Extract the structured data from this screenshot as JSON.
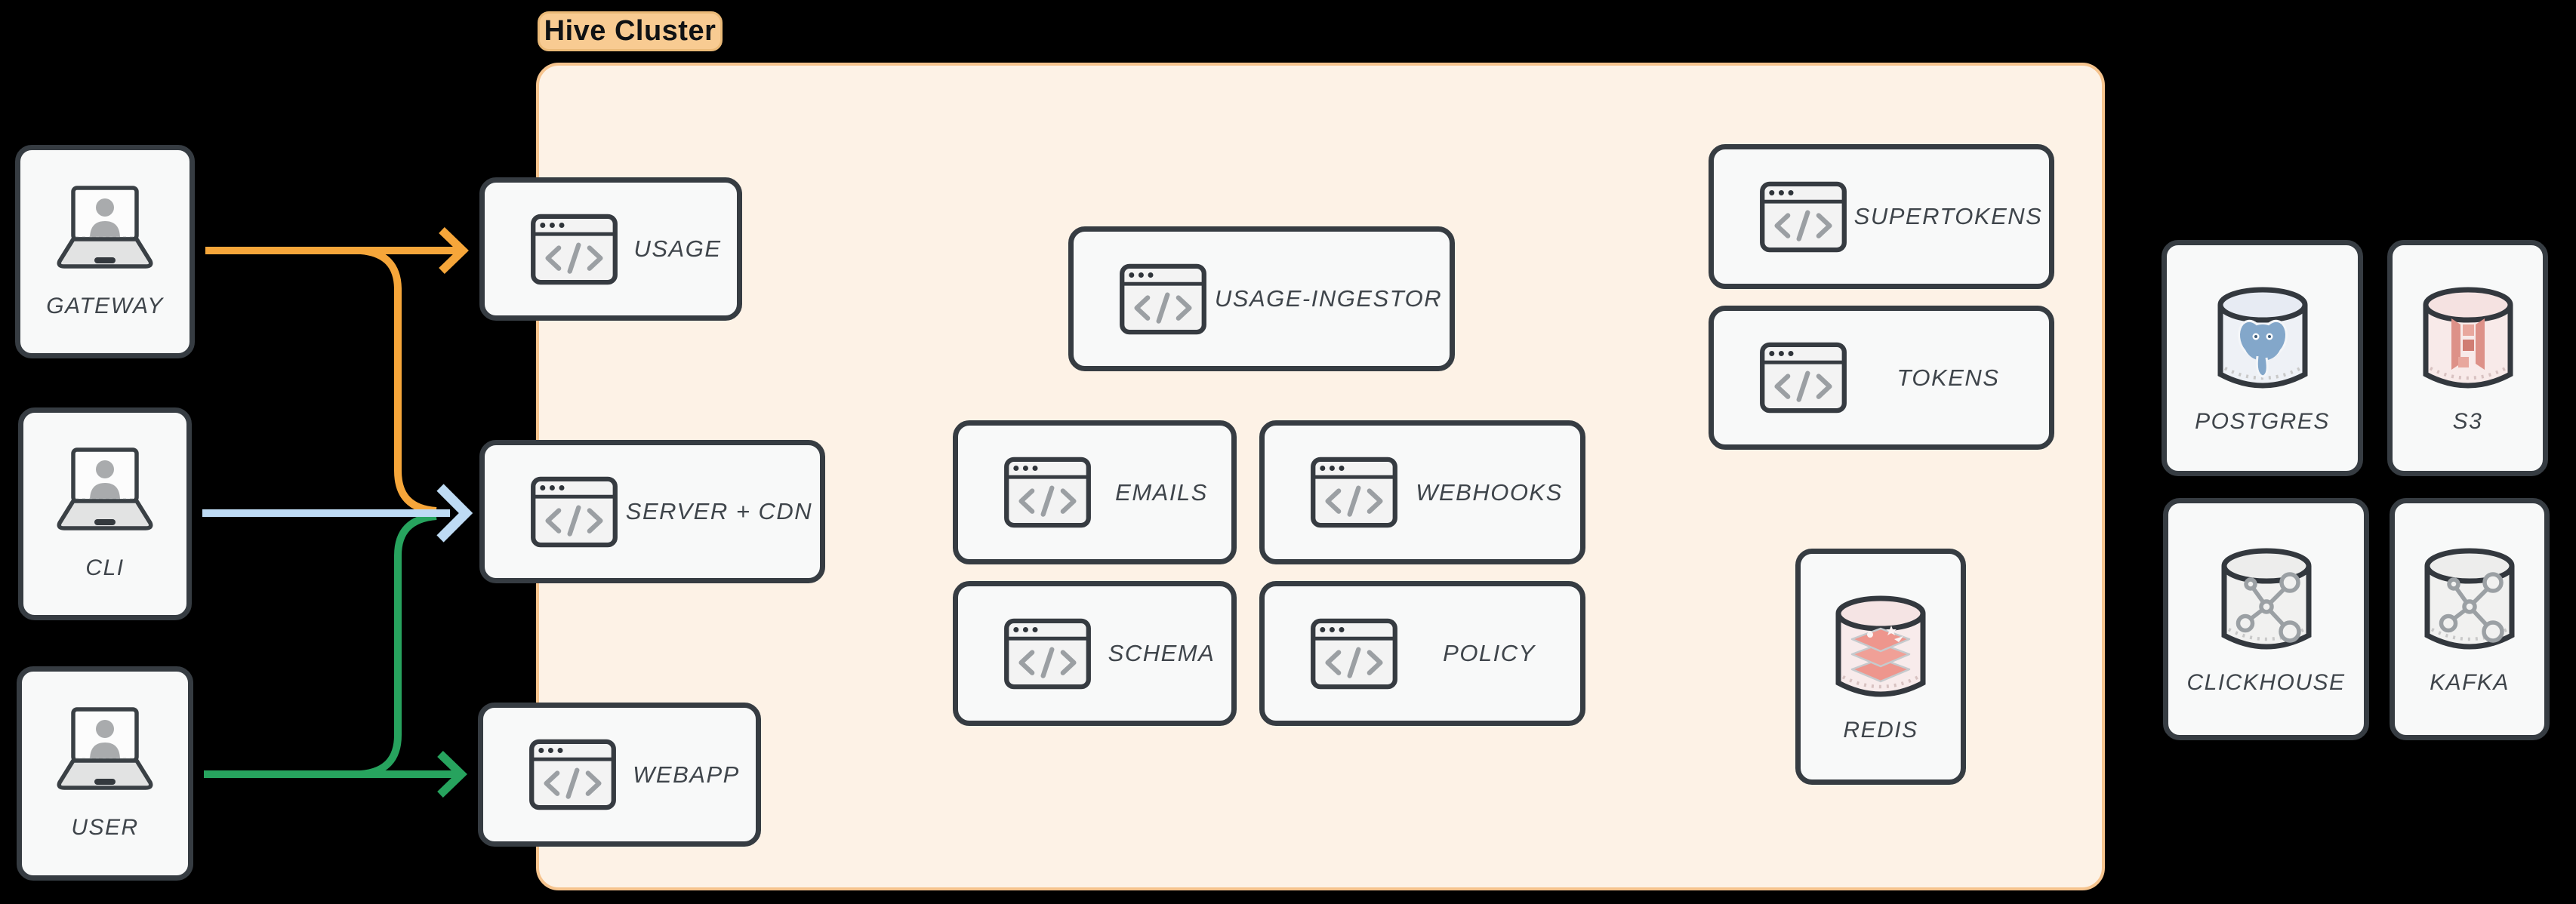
{
  "cluster": {
    "label": "Hive Cluster",
    "fill": "#FDF2E6",
    "border": "#F6C48E",
    "tag_fill": "#F8CB92"
  },
  "colors": {
    "background": "#000000",
    "node_fill": "#F8F9F9",
    "node_border": "#363C42",
    "label_text": "#3F454B",
    "arrow_orange": "#F6A63A",
    "arrow_blue": "#BEDBF4",
    "arrow_green": "#27A35E"
  },
  "clients": [
    {
      "id": "gateway",
      "label": "GATEWAY",
      "icon": "laptop-user-icon"
    },
    {
      "id": "cli",
      "label": "CLI",
      "icon": "laptop-user-icon"
    },
    {
      "id": "user",
      "label": "USER",
      "icon": "laptop-user-icon"
    }
  ],
  "services": [
    {
      "id": "usage",
      "label": "USAGE",
      "icon": "code-window-icon"
    },
    {
      "id": "server-cdn",
      "label": "SERVER + CDN",
      "icon": "code-window-icon"
    },
    {
      "id": "webapp",
      "label": "WEBAPP",
      "icon": "code-window-icon"
    },
    {
      "id": "usage-ingestor",
      "label": "USAGE-INGESTOR",
      "icon": "code-window-icon"
    },
    {
      "id": "emails",
      "label": "EMAILS",
      "icon": "code-window-icon"
    },
    {
      "id": "webhooks",
      "label": "WEBHOOKS",
      "icon": "code-window-icon"
    },
    {
      "id": "schema",
      "label": "SCHEMA",
      "icon": "code-window-icon"
    },
    {
      "id": "policy",
      "label": "POLICY",
      "icon": "code-window-icon"
    },
    {
      "id": "supertokens",
      "label": "SUPERTOKENS",
      "icon": "code-window-icon"
    },
    {
      "id": "tokens",
      "label": "TOKENS",
      "icon": "code-window-icon"
    }
  ],
  "datastores": [
    {
      "id": "redis",
      "label": "REDIS",
      "icon": "redis-db-icon"
    },
    {
      "id": "postgres",
      "label": "POSTGRES",
      "icon": "postgres-db-icon"
    },
    {
      "id": "s3",
      "label": "S3",
      "icon": "s3-db-icon"
    },
    {
      "id": "clickhouse",
      "label": "CLICKHOUSE",
      "icon": "molecule-db-icon"
    },
    {
      "id": "kafka",
      "label": "KAFKA",
      "icon": "molecule-db-icon"
    }
  ],
  "edges": [
    {
      "from": "GATEWAY",
      "to": "USAGE",
      "color": "#F6A63A"
    },
    {
      "from": "GATEWAY",
      "to": "SERVER + CDN",
      "color": "#F6A63A"
    },
    {
      "from": "CLI",
      "to": "SERVER + CDN",
      "color": "#BEDBF4"
    },
    {
      "from": "USER",
      "to": "WEBAPP",
      "color": "#27A35E"
    },
    {
      "from": "USER",
      "to": "SERVER + CDN",
      "color": "#27A35E"
    }
  ]
}
